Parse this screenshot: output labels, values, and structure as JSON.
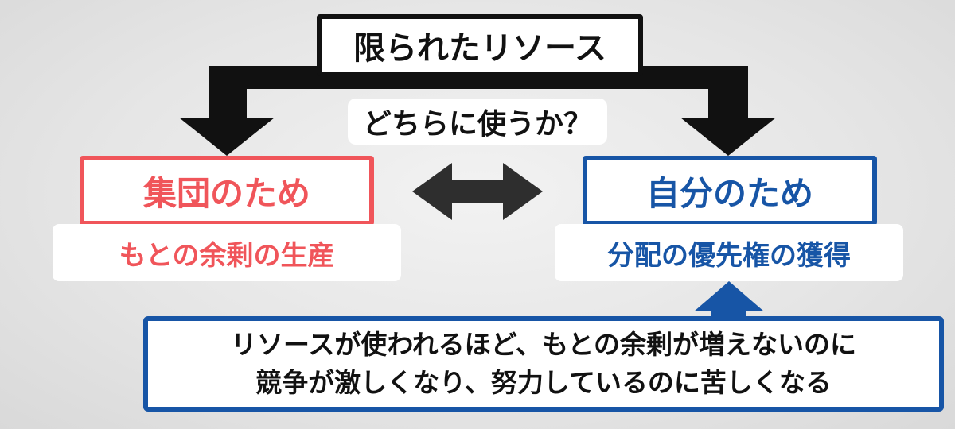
{
  "top_label": "限られたリソース",
  "question": "どちらに使うか？",
  "left": {
    "title": "集団のため",
    "subtitle": "もとの余剰の生産"
  },
  "right": {
    "title": "自分のため",
    "subtitle": "分配の優先権の獲得"
  },
  "note": {
    "line1": "リソースが使われるほど、もとの余剰が増えないのに",
    "line2": "競争が激しくなり、努力しているのに苦しくなる"
  },
  "colors": {
    "left_accent": "#f0555a",
    "right_accent": "#1755a6",
    "arrow": "#111111",
    "double_arrow": "#2e2e2e"
  },
  "icons": {
    "branch_arrow": "split-down-arrow-icon",
    "bidirectional_arrow": "double-headed-arrow-icon",
    "up_arrow": "up-arrow-icon"
  }
}
